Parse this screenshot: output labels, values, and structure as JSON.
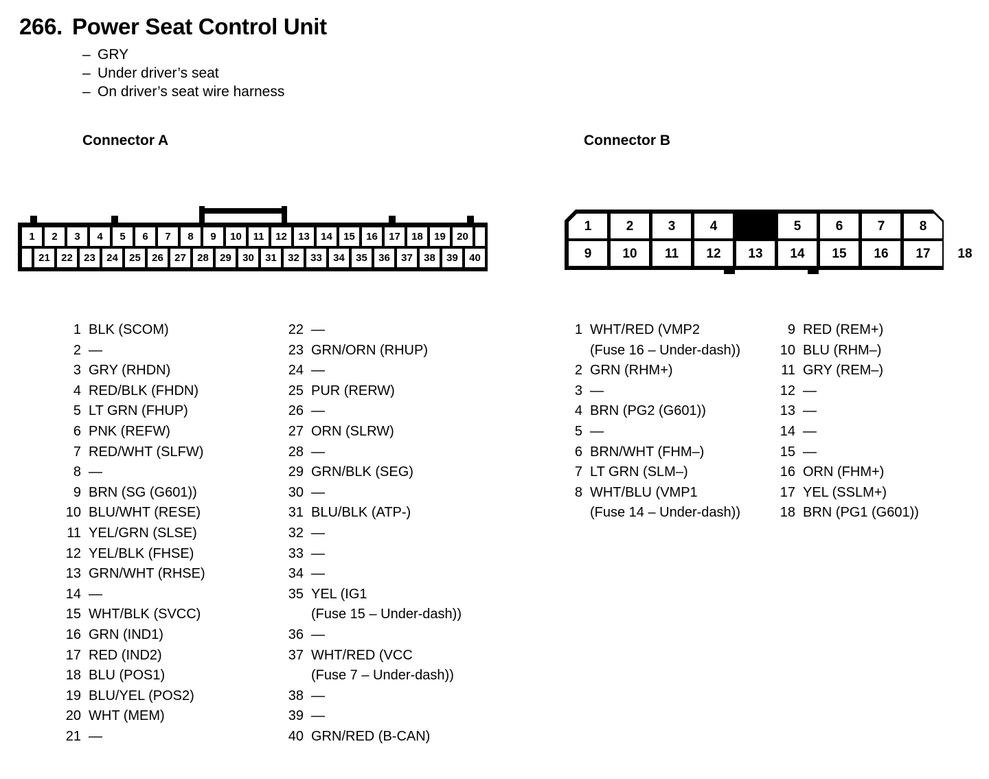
{
  "header": {
    "number": "266.",
    "title": "Power Seat Control Unit",
    "notes": [
      {
        "dash": "–",
        "text": "GRY"
      },
      {
        "dash": "–",
        "text": "Under driver’s seat"
      },
      {
        "dash": "–",
        "text": "On driver’s seat wire harness"
      }
    ]
  },
  "connector_a": {
    "heading": "Connector A",
    "diagram": {
      "top_row": [
        "1",
        "2",
        "3",
        "4",
        "5",
        "6",
        "7",
        "8",
        "9",
        "10",
        "11",
        "12",
        "13",
        "14",
        "15",
        "16",
        "17",
        "18",
        "19",
        "20"
      ],
      "bottom_row": [
        "21",
        "22",
        "23",
        "24",
        "25",
        "26",
        "27",
        "28",
        "29",
        "30",
        "31",
        "32",
        "33",
        "34",
        "35",
        "36",
        "37",
        "38",
        "39",
        "40"
      ]
    },
    "pins_col1": [
      {
        "no": "1",
        "val": "BLK (SCOM)"
      },
      {
        "no": "2",
        "val": "—"
      },
      {
        "no": "3",
        "val": "GRY (RHDN)"
      },
      {
        "no": "4",
        "val": "RED/BLK (FHDN)"
      },
      {
        "no": "5",
        "val": "LT GRN (FHUP)"
      },
      {
        "no": "6",
        "val": "PNK (REFW)"
      },
      {
        "no": "7",
        "val": "RED/WHT (SLFW)"
      },
      {
        "no": "8",
        "val": "—"
      },
      {
        "no": "9",
        "val": "BRN (SG (G601))"
      },
      {
        "no": "10",
        "val": "BLU/WHT (RESE)"
      },
      {
        "no": "11",
        "val": "YEL/GRN (SLSE)"
      },
      {
        "no": "12",
        "val": "YEL/BLK (FHSE)"
      },
      {
        "no": "13",
        "val": "GRN/WHT (RHSE)"
      },
      {
        "no": "14",
        "val": "—"
      },
      {
        "no": "15",
        "val": "WHT/BLK (SVCC)"
      },
      {
        "no": "16",
        "val": "GRN (IND1)"
      },
      {
        "no": "17",
        "val": "RED (IND2)"
      },
      {
        "no": "18",
        "val": "BLU (POS1)"
      },
      {
        "no": "19",
        "val": "BLU/YEL (POS2)"
      },
      {
        "no": "20",
        "val": "WHT (MEM)"
      },
      {
        "no": "21",
        "val": "—"
      }
    ],
    "pins_col2": [
      {
        "no": "22",
        "val": "—"
      },
      {
        "no": "23",
        "val": "GRN/ORN (RHUP)"
      },
      {
        "no": "24",
        "val": "—"
      },
      {
        "no": "25",
        "val": "PUR (RERW)"
      },
      {
        "no": "26",
        "val": "—"
      },
      {
        "no": "27",
        "val": "ORN (SLRW)"
      },
      {
        "no": "28",
        "val": "—"
      },
      {
        "no": "29",
        "val": "GRN/BLK (SEG)"
      },
      {
        "no": "30",
        "val": "—"
      },
      {
        "no": "31",
        "val": "BLU/BLK (ATP-)"
      },
      {
        "no": "32",
        "val": "—"
      },
      {
        "no": "33",
        "val": "—"
      },
      {
        "no": "34",
        "val": "—"
      },
      {
        "no": "35",
        "val": "YEL (IG1",
        "cont": "(Fuse 15 – Under-dash))"
      },
      {
        "no": "36",
        "val": "—"
      },
      {
        "no": "37",
        "val": "WHT/RED (VCC",
        "cont": "(Fuse 7 – Under-dash))"
      },
      {
        "no": "38",
        "val": "—"
      },
      {
        "no": "39",
        "val": "—"
      },
      {
        "no": "40",
        "val": "GRN/RED (B-CAN)"
      }
    ]
  },
  "connector_b": {
    "heading": "Connector B",
    "diagram": {
      "top_row": [
        "1",
        "2",
        "3",
        "4"
      ],
      "top_blank": "blanked-cavity",
      "top_row_2": [
        "5",
        "6",
        "7",
        "8"
      ],
      "bottom_row": [
        "9",
        "10",
        "11",
        "12",
        "13",
        "14",
        "15",
        "16",
        "17",
        "18"
      ]
    },
    "pins_col1": [
      {
        "no": "1",
        "val": "WHT/RED (VMP2",
        "cont": "(Fuse 16 – Under-dash))"
      },
      {
        "no": "2",
        "val": "GRN (RHM+)"
      },
      {
        "no": "3",
        "val": "—"
      },
      {
        "no": "4",
        "val": "BRN (PG2 (G601))"
      },
      {
        "no": "5",
        "val": "—"
      },
      {
        "no": "6",
        "val": "BRN/WHT (FHM–)"
      },
      {
        "no": "7",
        "val": "LT GRN (SLM–)"
      },
      {
        "no": "8",
        "val": "WHT/BLU (VMP1",
        "cont": "(Fuse 14 – Under-dash))"
      }
    ],
    "pins_col2": [
      {
        "no": "9",
        "val": "RED (REM+)"
      },
      {
        "no": "10",
        "val": "BLU (RHM–)"
      },
      {
        "no": "11",
        "val": "GRY (REM–)"
      },
      {
        "no": "12",
        "val": "—"
      },
      {
        "no": "13",
        "val": "—"
      },
      {
        "no": "14",
        "val": "—"
      },
      {
        "no": "15",
        "val": "—"
      },
      {
        "no": "16",
        "val": "ORN (FHM+)"
      },
      {
        "no": "17",
        "val": "YEL (SSLM+)"
      },
      {
        "no": "18",
        "val": "BRN (PG1 (G601))"
      }
    ]
  },
  "colors": {
    "ink": "#000000",
    "paper": "#ffffff"
  }
}
